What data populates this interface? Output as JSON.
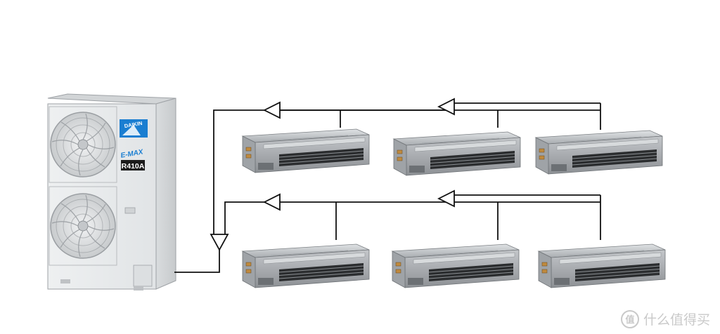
{
  "outdoor_unit": {
    "brand": "DAIKIN",
    "series": "E-MAX",
    "refrigerant": "R410A"
  },
  "indoor_units": {
    "top_row_count": 3,
    "bottom_row_count": 3
  },
  "watermark": {
    "badge": "值",
    "text": "什么值得买"
  },
  "colors": {
    "pipe": "#111111",
    "unit_body": "#b5b8bb",
    "outdoor_body": "#e7e9ea",
    "logo_blue": "#1a7ed1"
  }
}
